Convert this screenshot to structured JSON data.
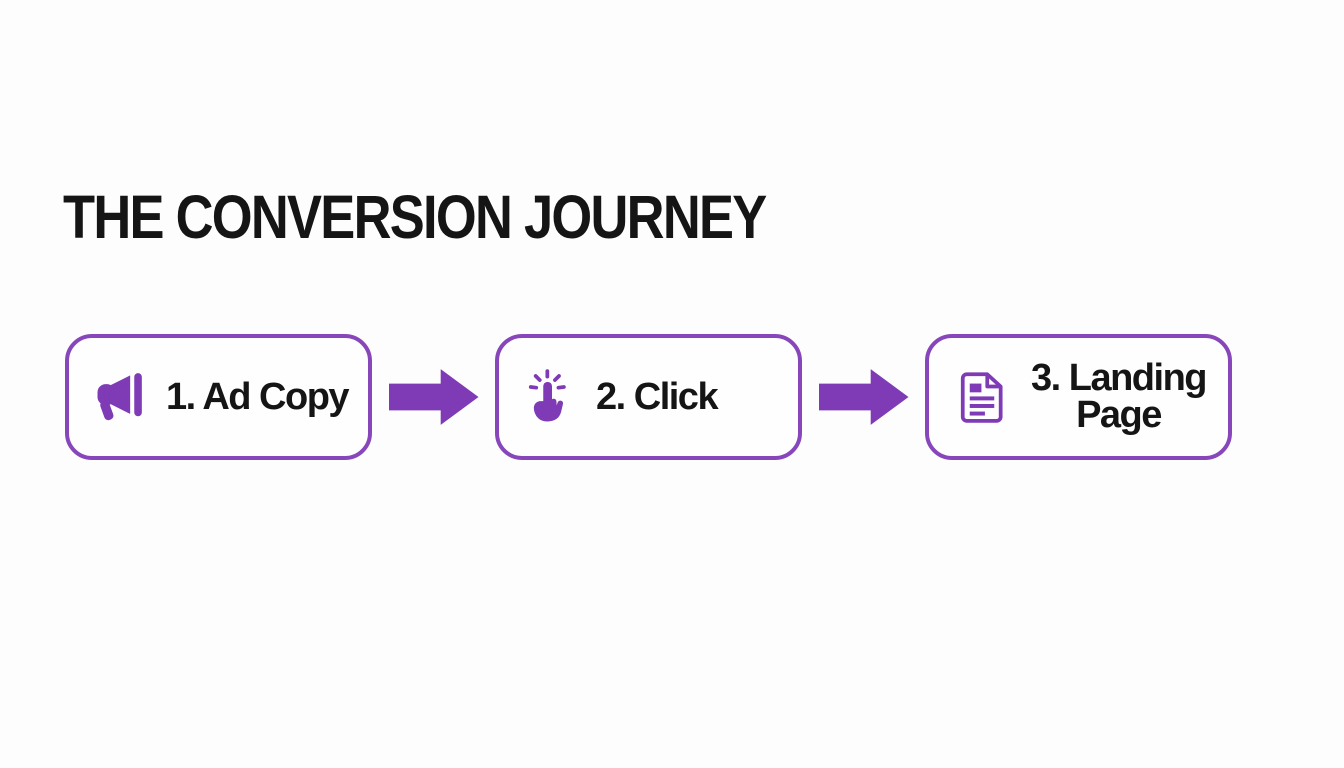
{
  "title": "THE CONVERSION JOURNEY",
  "colors": {
    "purple": "#7e3bb5",
    "border_purple": "#8747ba",
    "text_dark": "#151515",
    "background": "#fdfdfd"
  },
  "steps": [
    {
      "label": "1. Ad Copy",
      "icon": "megaphone-icon"
    },
    {
      "label": "2. Click",
      "icon": "tap-click-icon"
    },
    {
      "label": "3. Landing Page",
      "icon": "document-icon"
    }
  ],
  "connectors": [
    {
      "icon": "arrow-right-icon"
    },
    {
      "icon": "arrow-right-icon"
    }
  ]
}
